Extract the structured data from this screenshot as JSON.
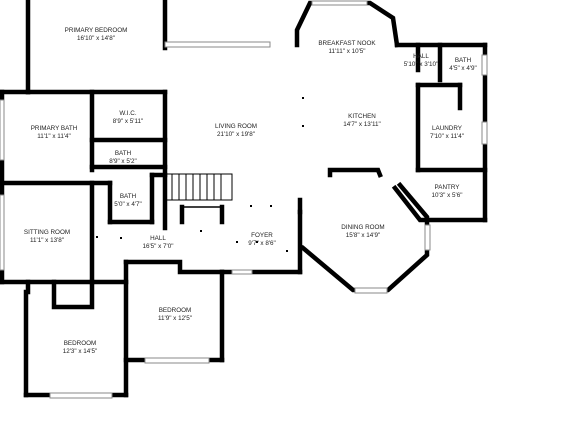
{
  "rooms": [
    {
      "id": "primary-bedroom",
      "name": "PRIMARY BEDROOM",
      "dims": "16'10\" x 14'8\""
    },
    {
      "id": "breakfast-nook",
      "name": "BREAKFAST NOOK",
      "dims": "11'11\" x 10'5\""
    },
    {
      "id": "hall-small",
      "name": "HALL",
      "dims": "5'10\" x 3'10\""
    },
    {
      "id": "bath-east",
      "name": "BATH",
      "dims": "4'5\" x 4'9\""
    },
    {
      "id": "wic",
      "name": "W.I.C.",
      "dims": "8'9\" x 5'11\""
    },
    {
      "id": "primary-bath",
      "name": "PRIMARY BATH",
      "dims": "11'1\" x 11'4\""
    },
    {
      "id": "living-room",
      "name": "LIVING ROOM",
      "dims": "21'10\" x 19'8\""
    },
    {
      "id": "kitchen",
      "name": "KITCHEN",
      "dims": "14'7\" x 13'11\""
    },
    {
      "id": "laundry",
      "name": "LAUNDRY",
      "dims": "7'10\" x 11'4\""
    },
    {
      "id": "bath-mid",
      "name": "BATH",
      "dims": "8'9\" x 5'2\""
    },
    {
      "id": "bath-small",
      "name": "BATH",
      "dims": "5'0\" x 4'7\""
    },
    {
      "id": "pantry",
      "name": "PANTRY",
      "dims": "10'3\" x 5'6\""
    },
    {
      "id": "sitting-room",
      "name": "SITTING ROOM",
      "dims": "11'1\" x 13'8\""
    },
    {
      "id": "hall-main",
      "name": "HALL",
      "dims": "16'5\" x 7'0\""
    },
    {
      "id": "foyer",
      "name": "FOYER",
      "dims": "9'7\" x 8'6\""
    },
    {
      "id": "dining-room",
      "name": "DINING ROOM",
      "dims": "15'8\" x 14'9\""
    },
    {
      "id": "bedroom-center",
      "name": "BEDROOM",
      "dims": "11'9\" x 12'5\""
    },
    {
      "id": "bedroom-southwest",
      "name": "BEDROOM",
      "dims": "12'3\" x 14'5\""
    }
  ]
}
